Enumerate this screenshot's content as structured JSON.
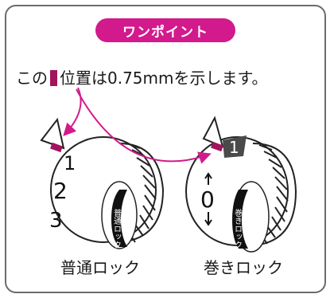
{
  "badge": {
    "text": "ワンポイント"
  },
  "note": {
    "before": "この",
    "after": "位置は0.75mmを示します。"
  },
  "dials": [
    {
      "label": "普通ロック",
      "numbers": [
        "1",
        "2",
        "3"
      ],
      "band_text": "普通ロック"
    },
    {
      "label": "巻きロック",
      "numbers": [
        "1",
        "0"
      ],
      "band_text": "巻きロック"
    }
  ],
  "colors": {
    "accent": "#d21a8c",
    "marker": "#a0155d",
    "outline": "#6b6b6b"
  }
}
